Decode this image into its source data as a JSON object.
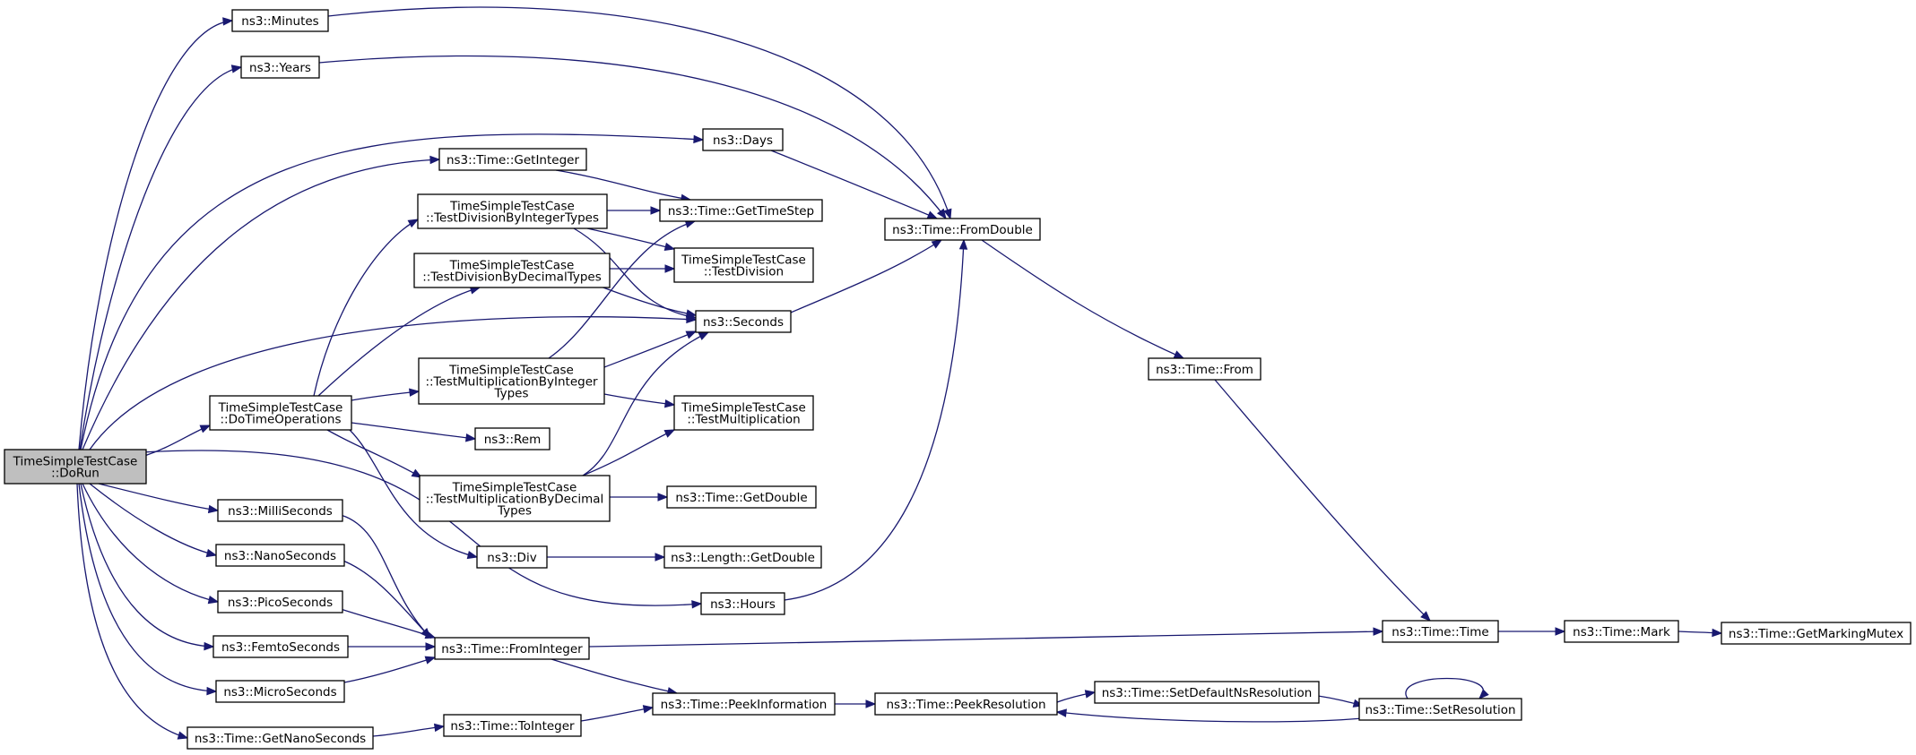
{
  "colors": {
    "edge": "#191970",
    "node_fill": "#ffffff",
    "root_fill": "#bfbfbf",
    "border": "#000000"
  },
  "nodes": [
    {
      "id": "dorun",
      "lines": [
        "TimeSimpleTestCase",
        "::DoRun"
      ],
      "root": true
    },
    {
      "id": "minutes",
      "lines": [
        "ns3::Minutes"
      ]
    },
    {
      "id": "years",
      "lines": [
        "ns3::Years"
      ]
    },
    {
      "id": "days",
      "lines": [
        "ns3::Days"
      ]
    },
    {
      "id": "getinteger",
      "lines": [
        "ns3::Time::GetInteger"
      ]
    },
    {
      "id": "testdivint",
      "lines": [
        "TimeSimpleTestCase",
        "::TestDivisionByIntegerTypes"
      ]
    },
    {
      "id": "gettimestep",
      "lines": [
        "ns3::Time::GetTimeStep"
      ]
    },
    {
      "id": "fromdouble",
      "lines": [
        "ns3::Time::FromDouble"
      ]
    },
    {
      "id": "testdivdec",
      "lines": [
        "TimeSimpleTestCase",
        "::TestDivisionByDecimalTypes"
      ]
    },
    {
      "id": "testdivision",
      "lines": [
        "TimeSimpleTestCase",
        "::TestDivision"
      ]
    },
    {
      "id": "seconds",
      "lines": [
        "ns3::Seconds"
      ]
    },
    {
      "id": "from",
      "lines": [
        "ns3::Time::From"
      ]
    },
    {
      "id": "testmulint",
      "lines": [
        "TimeSimpleTestCase",
        "::TestMultiplicationByInteger",
        "Types"
      ]
    },
    {
      "id": "dotimeops",
      "lines": [
        "TimeSimpleTestCase",
        "::DoTimeOperations"
      ]
    },
    {
      "id": "testmult",
      "lines": [
        "TimeSimpleTestCase",
        "::TestMultiplication"
      ]
    },
    {
      "id": "rem",
      "lines": [
        "ns3::Rem"
      ]
    },
    {
      "id": "testmuldec",
      "lines": [
        "TimeSimpleTestCase",
        "::TestMultiplicationByDecimal",
        "Types"
      ]
    },
    {
      "id": "getdouble",
      "lines": [
        "ns3::Time::GetDouble"
      ]
    },
    {
      "id": "milliseconds",
      "lines": [
        "ns3::MilliSeconds"
      ]
    },
    {
      "id": "div",
      "lines": [
        "ns3::Div"
      ]
    },
    {
      "id": "lengthgetdouble",
      "lines": [
        "ns3::Length::GetDouble"
      ]
    },
    {
      "id": "nanoseconds",
      "lines": [
        "ns3::NanoSeconds"
      ]
    },
    {
      "id": "hours",
      "lines": [
        "ns3::Hours"
      ]
    },
    {
      "id": "picoseconds",
      "lines": [
        "ns3::PicoSeconds"
      ]
    },
    {
      "id": "femtoseconds",
      "lines": [
        "ns3::FemtoSeconds"
      ]
    },
    {
      "id": "frominteger",
      "lines": [
        "ns3::Time::FromInteger"
      ]
    },
    {
      "id": "time",
      "lines": [
        "ns3::Time::Time"
      ]
    },
    {
      "id": "mark",
      "lines": [
        "ns3::Time::Mark"
      ]
    },
    {
      "id": "getmarkingmutex",
      "lines": [
        "ns3::Time::GetMarkingMutex"
      ]
    },
    {
      "id": "microseconds",
      "lines": [
        "ns3::MicroSeconds"
      ]
    },
    {
      "id": "peekinformation",
      "lines": [
        "ns3::Time::PeekInformation"
      ]
    },
    {
      "id": "peekresolution",
      "lines": [
        "ns3::Time::PeekResolution"
      ]
    },
    {
      "id": "setdefaultns",
      "lines": [
        "ns3::Time::SetDefaultNsResolution"
      ]
    },
    {
      "id": "setresolution",
      "lines": [
        "ns3::Time::SetResolution"
      ]
    },
    {
      "id": "getnanoseconds",
      "lines": [
        "ns3::Time::GetNanoSeconds"
      ]
    },
    {
      "id": "tointeger",
      "lines": [
        "ns3::Time::ToInteger"
      ]
    }
  ],
  "edges": [
    [
      "dorun",
      "minutes"
    ],
    [
      "dorun",
      "years"
    ],
    [
      "dorun",
      "days"
    ],
    [
      "dorun",
      "getinteger"
    ],
    [
      "dorun",
      "seconds"
    ],
    [
      "dorun",
      "dotimeops"
    ],
    [
      "dorun",
      "milliseconds"
    ],
    [
      "dorun",
      "nanoseconds"
    ],
    [
      "dorun",
      "hours"
    ],
    [
      "dorun",
      "picoseconds"
    ],
    [
      "dorun",
      "femtoseconds"
    ],
    [
      "dorun",
      "microseconds"
    ],
    [
      "dorun",
      "getnanoseconds"
    ],
    [
      "minutes",
      "fromdouble"
    ],
    [
      "years",
      "fromdouble"
    ],
    [
      "days",
      "fromdouble"
    ],
    [
      "getinteger",
      "gettimestep"
    ],
    [
      "testdivint",
      "gettimestep"
    ],
    [
      "testdivint",
      "testdivision"
    ],
    [
      "testdivint",
      "seconds"
    ],
    [
      "testdivdec",
      "testdivision"
    ],
    [
      "testdivdec",
      "seconds"
    ],
    [
      "seconds",
      "fromdouble"
    ],
    [
      "fromdouble",
      "from"
    ],
    [
      "from",
      "time"
    ],
    [
      "testmulint",
      "gettimestep"
    ],
    [
      "testmulint",
      "seconds"
    ],
    [
      "testmulint",
      "testmult"
    ],
    [
      "dotimeops",
      "testdivint"
    ],
    [
      "dotimeops",
      "testdivdec"
    ],
    [
      "dotimeops",
      "testmulint"
    ],
    [
      "dotimeops",
      "rem"
    ],
    [
      "dotimeops",
      "testmuldec"
    ],
    [
      "dotimeops",
      "div"
    ],
    [
      "testmuldec",
      "seconds"
    ],
    [
      "testmuldec",
      "testmult"
    ],
    [
      "testmuldec",
      "getdouble"
    ],
    [
      "div",
      "lengthgetdouble"
    ],
    [
      "hours",
      "fromdouble"
    ],
    [
      "milliseconds",
      "frominteger"
    ],
    [
      "nanoseconds",
      "frominteger"
    ],
    [
      "picoseconds",
      "frominteger"
    ],
    [
      "femtoseconds",
      "frominteger"
    ],
    [
      "microseconds",
      "frominteger"
    ],
    [
      "frominteger",
      "time"
    ],
    [
      "frominteger",
      "peekinformation"
    ],
    [
      "time",
      "mark"
    ],
    [
      "mark",
      "getmarkingmutex"
    ],
    [
      "peekinformation",
      "peekresolution"
    ],
    [
      "peekresolution",
      "setdefaultns"
    ],
    [
      "setdefaultns",
      "setresolution"
    ],
    [
      "setresolution",
      "peekresolution"
    ],
    [
      "setresolution",
      "setresolution"
    ],
    [
      "getnanoseconds",
      "tointeger"
    ],
    [
      "tointeger",
      "peekinformation"
    ]
  ]
}
